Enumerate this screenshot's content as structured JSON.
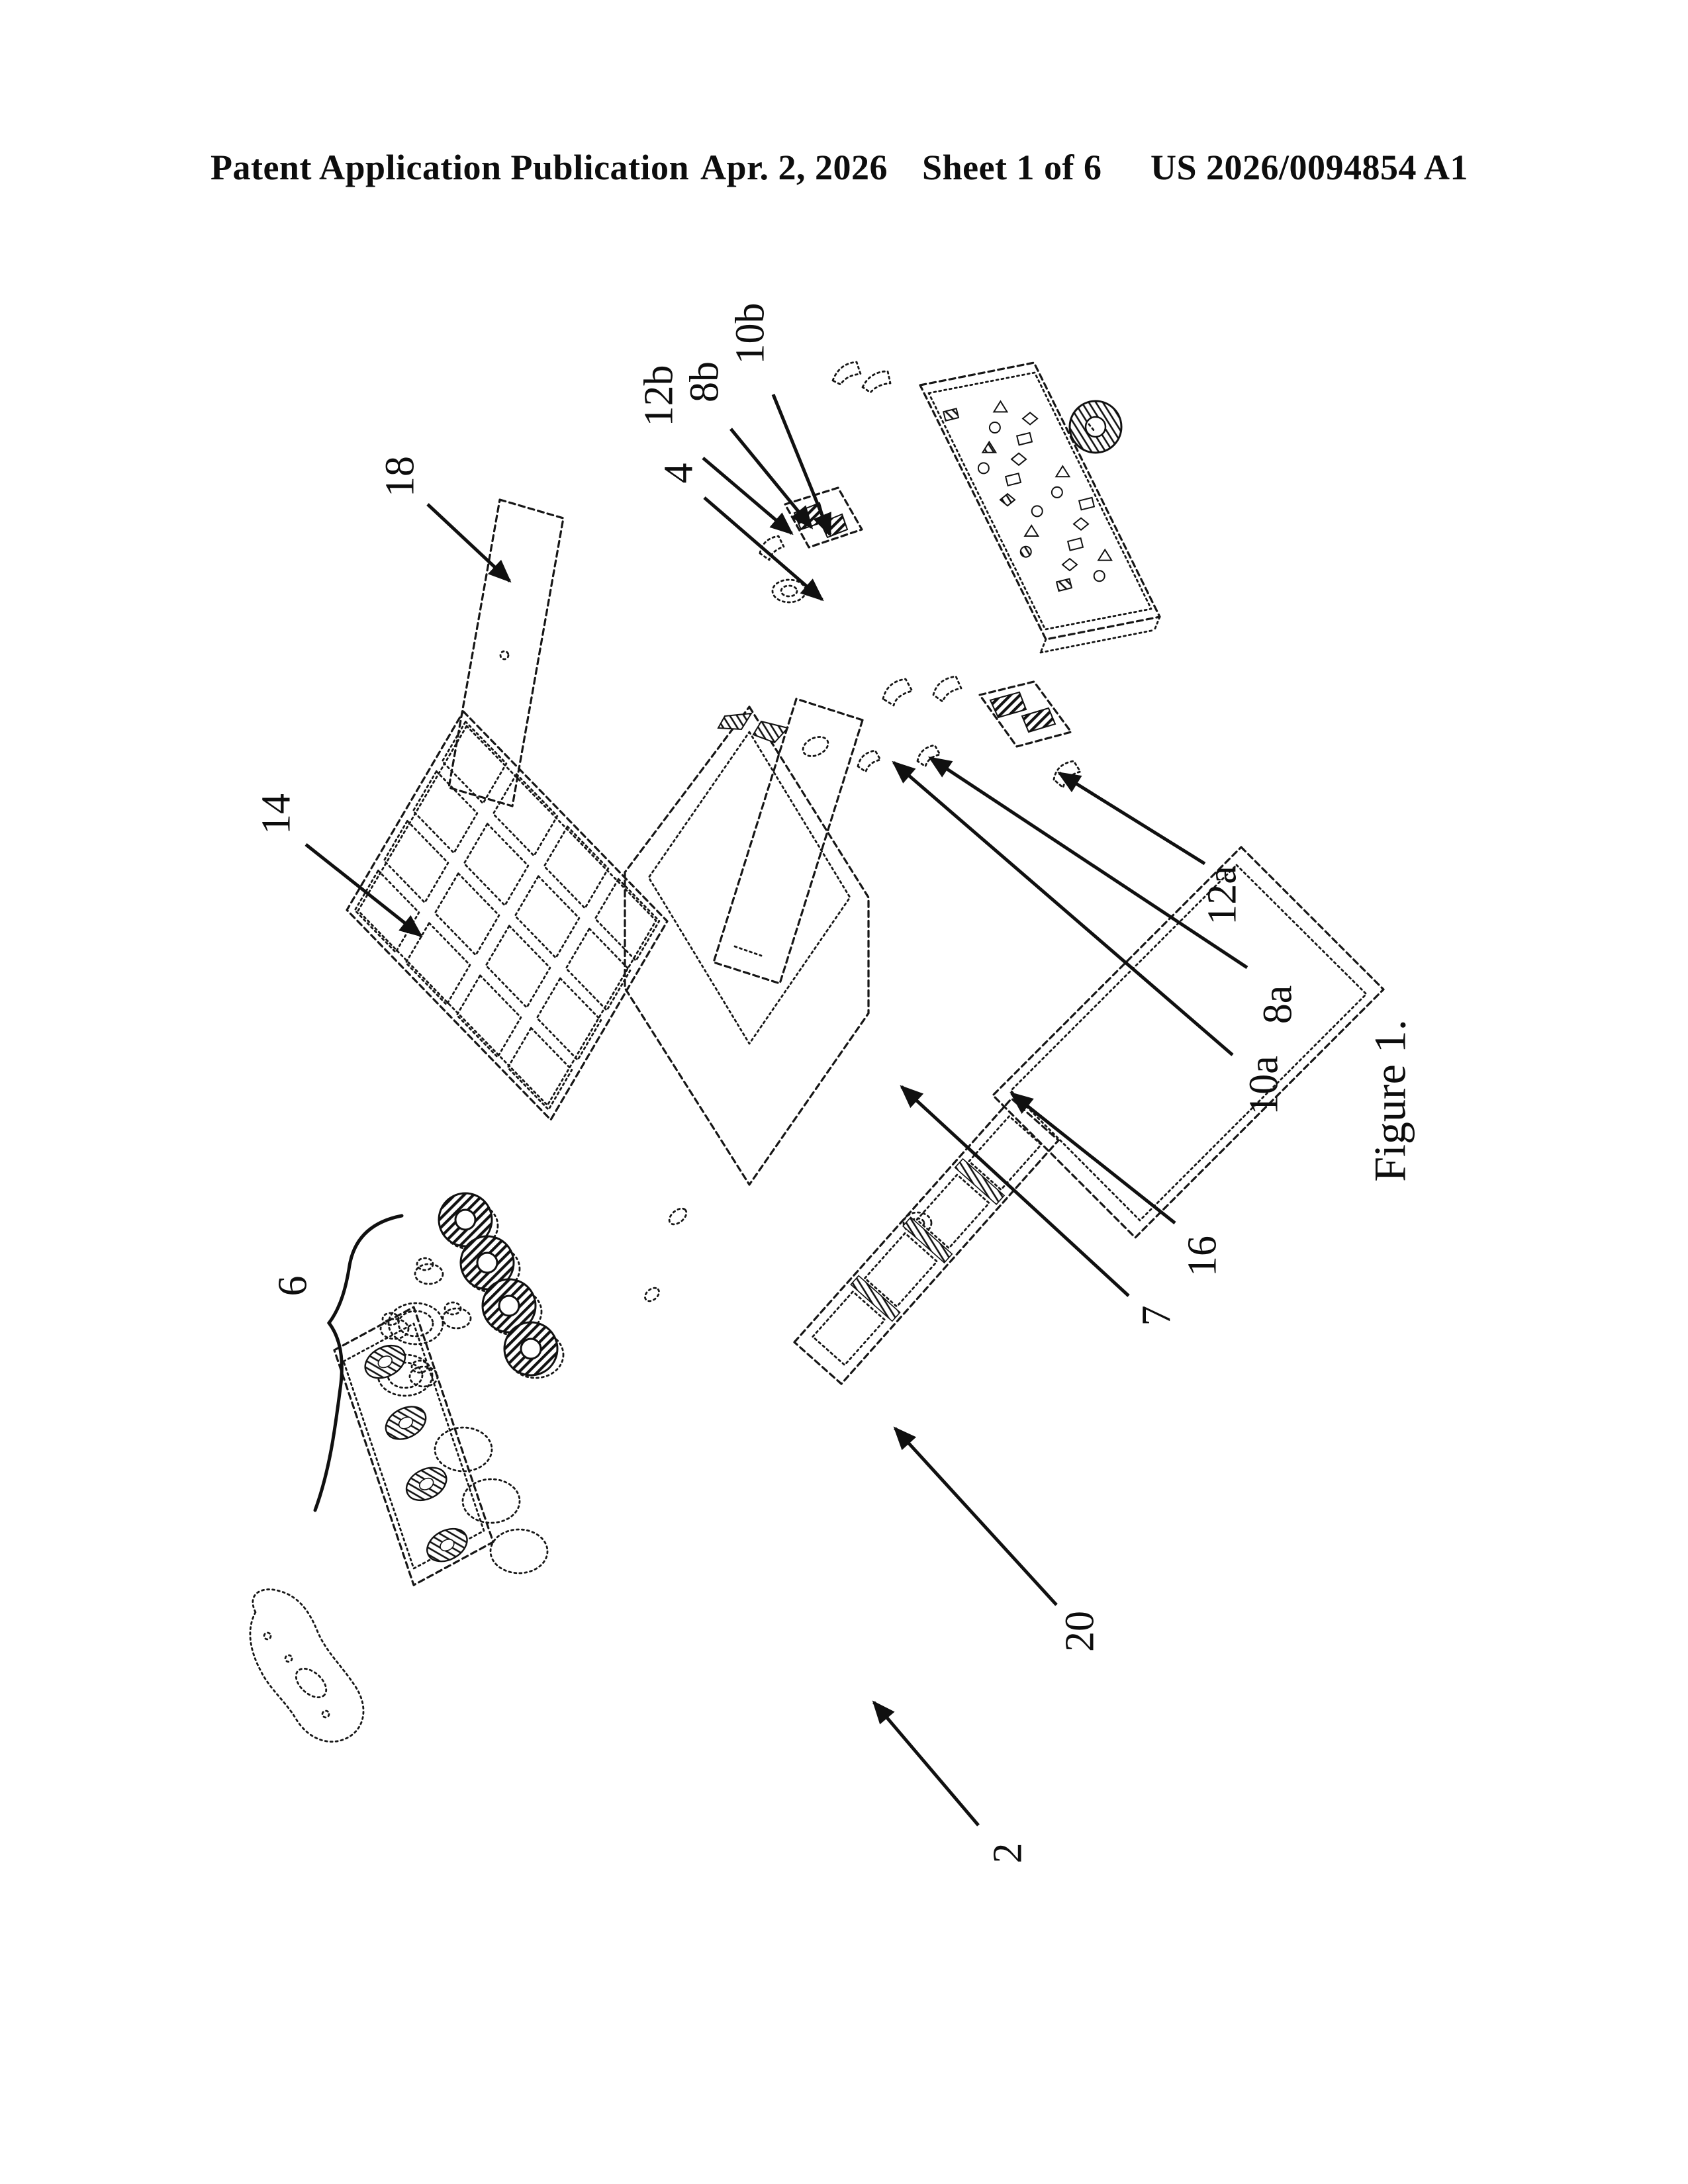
{
  "header": {
    "publication": "Patent Application Publication",
    "date": "Apr. 2, 2026",
    "sheet": "Sheet 1 of 6",
    "document_number": "US 2026/0094854 A1"
  },
  "figure": {
    "caption": "Figure 1.",
    "labels": {
      "n2": "2",
      "n4": "4",
      "n6": "6",
      "n7": "7",
      "n8a": "8a",
      "n8b": "8b",
      "n10a": "10a",
      "n10b": "10b",
      "n12a": "12a",
      "n12b": "12b",
      "n14": "14",
      "n16": "16",
      "n18": "18",
      "n20": "20"
    }
  }
}
